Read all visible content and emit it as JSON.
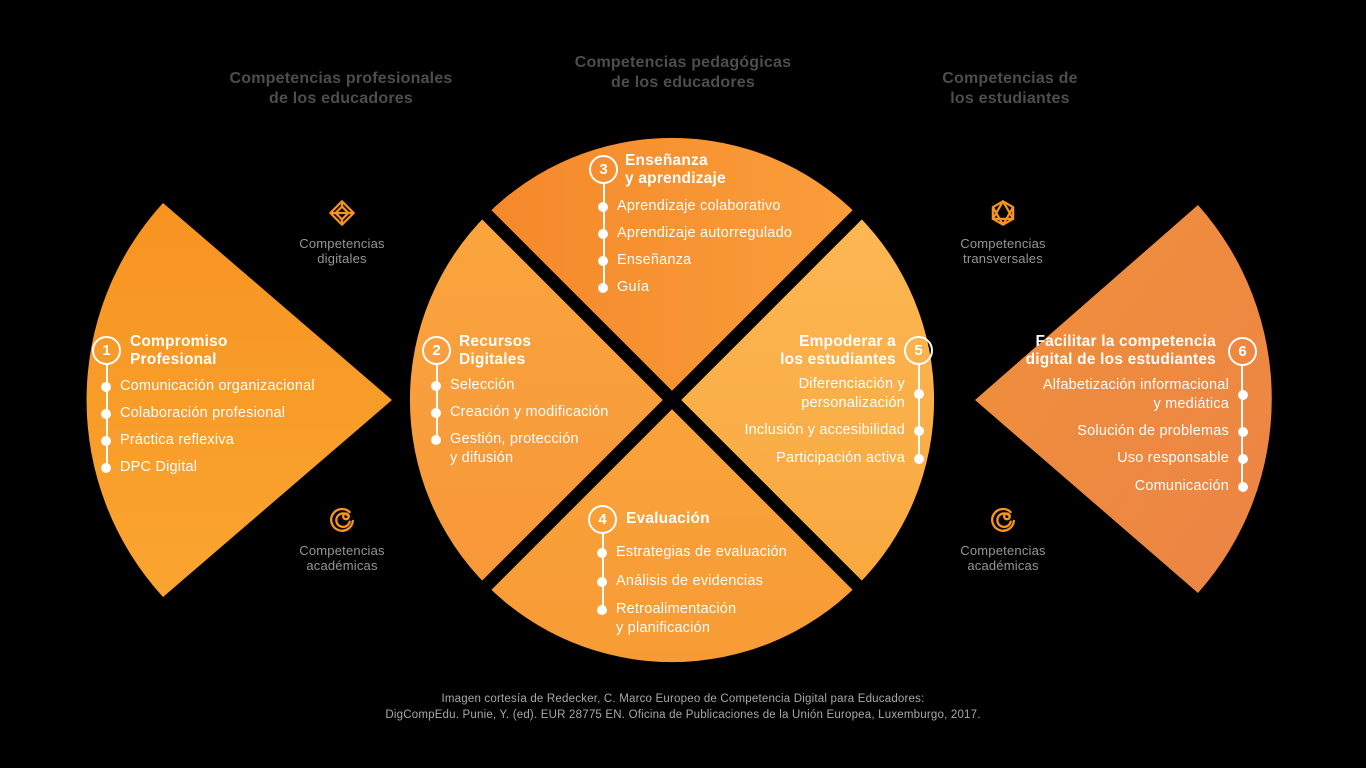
{
  "background_color": "#000000",
  "accent_color": "#F7941E",
  "headers": [
    {
      "text": "Competencias profesionales\nde los educadores"
    },
    {
      "text": "Competencias pedagógicas\nde los educadores"
    },
    {
      "text": "Competencias de\nlos estudiantes"
    }
  ],
  "sections": [
    {
      "number": "1",
      "title": "Compromiso\nProfesional",
      "items": [
        "Comunicación organizacional",
        "Colaboración profesional",
        "Práctica reflexiva",
        "DPC Digital"
      ]
    },
    {
      "number": "2",
      "title": "Recursos\nDigitales",
      "items": [
        "Selección",
        "Creación y modificación",
        "Gestión, protección\ny difusión"
      ]
    },
    {
      "number": "3",
      "title": "Enseñanza\ny aprendizaje",
      "items": [
        "Aprendizaje colaborativo",
        "Aprendizaje autorregulado",
        "Enseñanza",
        "Guía"
      ]
    },
    {
      "number": "4",
      "title": "Evaluación",
      "items": [
        "Estrategias de evaluación",
        "Análisis de evidencias",
        "Retroalimentación\ny planificación"
      ]
    },
    {
      "number": "5",
      "title": "Empoderar a\nlos estudiantes",
      "items": [
        "Diferenciación y\npersonalización",
        "Inclusión y accesibilidad",
        "Participación activa"
      ]
    },
    {
      "number": "6",
      "title": "Facilitar la competencia\ndigital de los estudiantes",
      "items": [
        "Alfabetización informacional\ny mediática",
        "Solución de problemas",
        "Uso responsable",
        "Comunicación"
      ]
    }
  ],
  "badges": [
    {
      "icon": "gem-icon",
      "label": "Competencias\ndigitales"
    },
    {
      "icon": "polyhedron-icon",
      "label": "Competencias\ntransversales"
    },
    {
      "icon": "spiral-icon",
      "label": "Competencias\nacadémicas"
    },
    {
      "icon": "spiral-icon",
      "label": "Competencias\nacadémicas"
    }
  ],
  "caption": {
    "text": "Imagen cortesía de Redecker, C. Marco Europeo de Competencia Digital para Educadores:\nDigCompEdu. Punie, Y. (ed). EUR 28775 EN. Oficina de Publicaciones de la Unión Europea, Luxemburgo, 2017."
  },
  "shape_colors": {
    "left_leaf": [
      "#F79321",
      "#FAA530"
    ],
    "right_leaf": [
      "#F0903B",
      "#EC8445"
    ],
    "quadrant_top": [
      "#F5882A",
      "#F99E3A"
    ],
    "quadrant_left": [
      "#FAA53E",
      "#F79739"
    ],
    "quadrant_right": [
      "#FCB753",
      "#F9A83F"
    ],
    "quadrant_bottom": [
      "#F9A33C",
      "#F89B35"
    ],
    "header_text": "#4D4D4D",
    "badge_label_text": "#969696",
    "caption_text": "#A8A8A8",
    "content_text": "#FFFFFF"
  }
}
